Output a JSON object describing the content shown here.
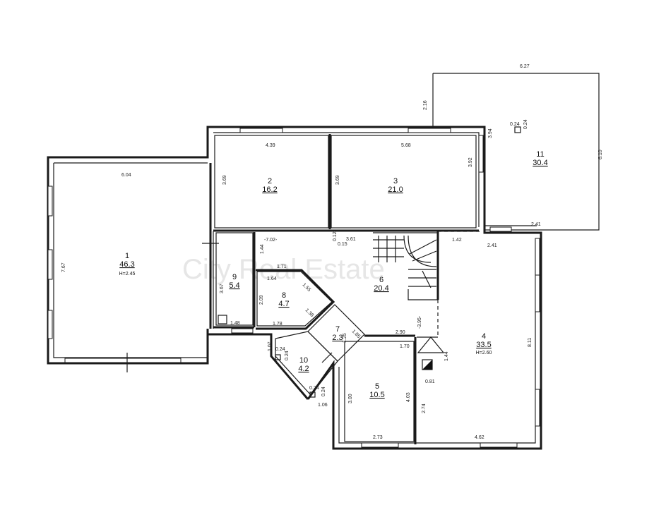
{
  "watermark": "City Real Estate",
  "rooms": [
    {
      "number": "1",
      "area": "46.3",
      "height": "H=2.45"
    },
    {
      "number": "2",
      "area": "16.2"
    },
    {
      "number": "3",
      "area": "21.0"
    },
    {
      "number": "4",
      "area": "33.5",
      "height": "H=2.60"
    },
    {
      "number": "5",
      "area": "10.5"
    },
    {
      "number": "6",
      "area": "20.4"
    },
    {
      "number": "7",
      "area": "2.3"
    },
    {
      "number": "8",
      "area": "4.7"
    },
    {
      "number": "9",
      "area": "5.4"
    },
    {
      "number": "10",
      "area": "4.2"
    },
    {
      "number": "11",
      "area": "30.4"
    }
  ],
  "dimensions": [
    "6.04",
    "7.67",
    "4.39",
    "3.69",
    "5.68",
    "3.69",
    "3.92",
    "3.94",
    "6.27",
    "2.16",
    "6.10",
    "0.24",
    "0.24",
    "2.41",
    "2.41",
    "1.42",
    "-7.02-",
    "0.12",
    "0.15",
    "3.61",
    "1.44",
    "1.71",
    "1.64",
    "1.55",
    "2.09",
    "1.38",
    "1.78",
    "3.67",
    "1.48",
    "-3.95-",
    "2.90",
    "1.70",
    "1.85",
    "1.25",
    "1.07",
    "0.24",
    "0.24",
    "0.24",
    "0.24",
    "1.06",
    "3.00",
    "4.03",
    "2.73",
    "1.44",
    "0.81",
    "2.74",
    "4.62",
    "8.11"
  ]
}
